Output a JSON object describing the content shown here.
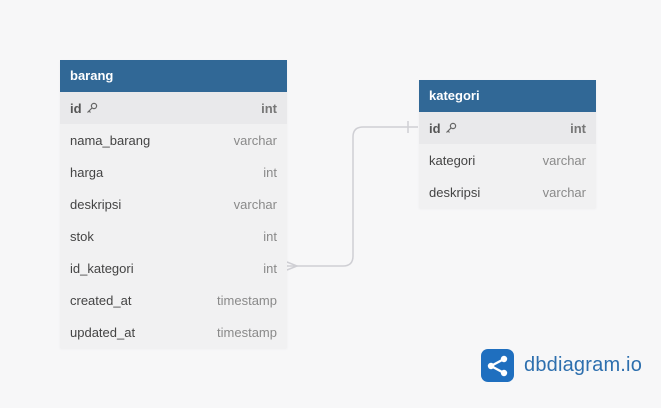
{
  "tables": {
    "barang": {
      "name": "barang",
      "fields": [
        {
          "name": "id",
          "type": "int"
        },
        {
          "name": "nama_barang",
          "type": "varchar"
        },
        {
          "name": "harga",
          "type": "int"
        },
        {
          "name": "deskripsi",
          "type": "varchar"
        },
        {
          "name": "stok",
          "type": "int"
        },
        {
          "name": "id_kategori",
          "type": "int"
        },
        {
          "name": "created_at",
          "type": "timestamp"
        },
        {
          "name": "updated_at",
          "type": "timestamp"
        }
      ]
    },
    "kategori": {
      "name": "kategori",
      "fields": [
        {
          "name": "id",
          "type": "int"
        },
        {
          "name": "kategori",
          "type": "varchar"
        },
        {
          "name": "deskripsi",
          "type": "varchar"
        }
      ]
    }
  },
  "brand": {
    "text": "dbdiagram.io"
  },
  "colors": {
    "header": "#316896",
    "background": "#f7f7f8",
    "row": "#f1f1f2",
    "connector": "#cfcfd4",
    "brand": "#1f6fbf"
  }
}
